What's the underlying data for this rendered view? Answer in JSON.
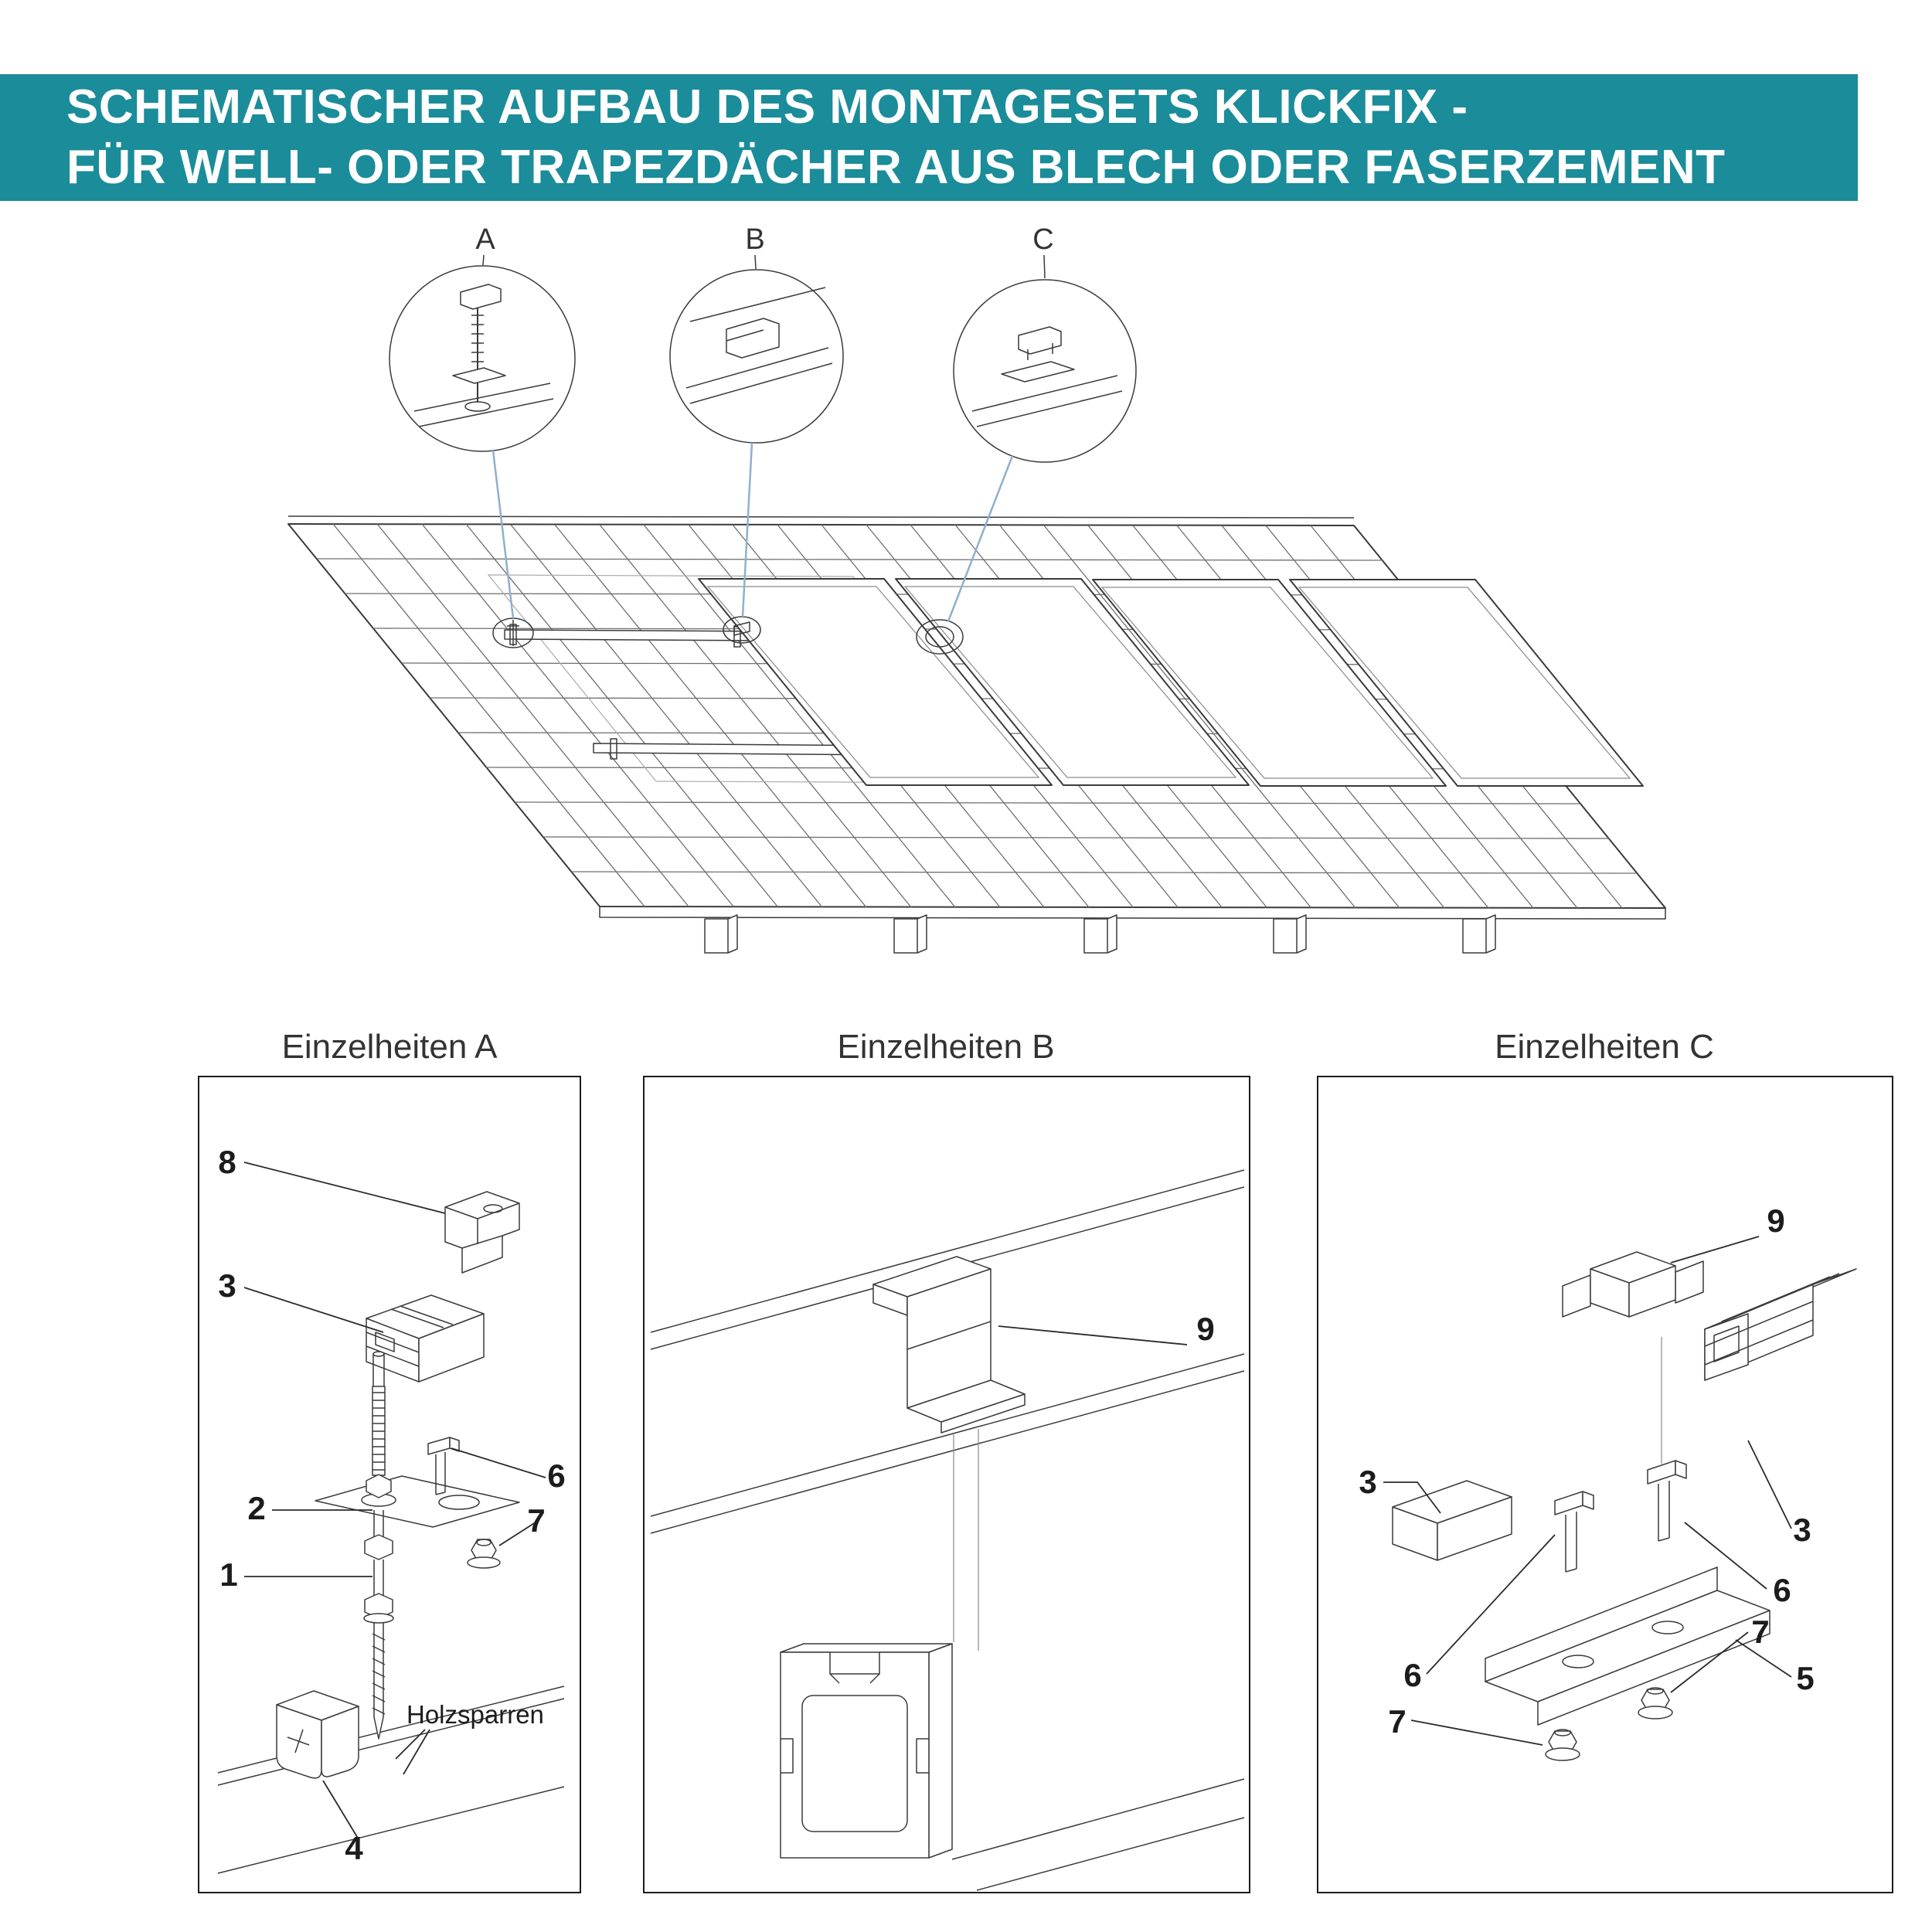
{
  "header": {
    "title_line1": "SCHEMATISCHER AUFBAU DES MONTAGESETS KLICKFIX -",
    "title_line2": "FÜR WELL- ODER TRAPEZDÄCHER AUS BLECH ODER FASERZEMENT"
  },
  "colors": {
    "banner_teal": "#1b8c99",
    "callout_leader_blue": "#8fb0cf",
    "line_dark": "#3a3a3a"
  },
  "overview": {
    "callout_a": "A",
    "callout_b": "B",
    "callout_c": "C"
  },
  "detail_a": {
    "title": "Einzelheiten A",
    "p8": "8",
    "p3": "3",
    "p2": "2",
    "p1": "1",
    "p6": "6",
    "p7": "7",
    "p4": "4",
    "note": "Holzsparren"
  },
  "detail_b": {
    "title": "Einzelheiten B",
    "p9": "9"
  },
  "detail_c": {
    "title": "Einzelheiten C",
    "p9": "9",
    "p3_left": "3",
    "p3_right": "3",
    "p6_left": "6",
    "p6_right": "6",
    "p7_left": "7",
    "p7_right": "7",
    "p5": "5"
  }
}
